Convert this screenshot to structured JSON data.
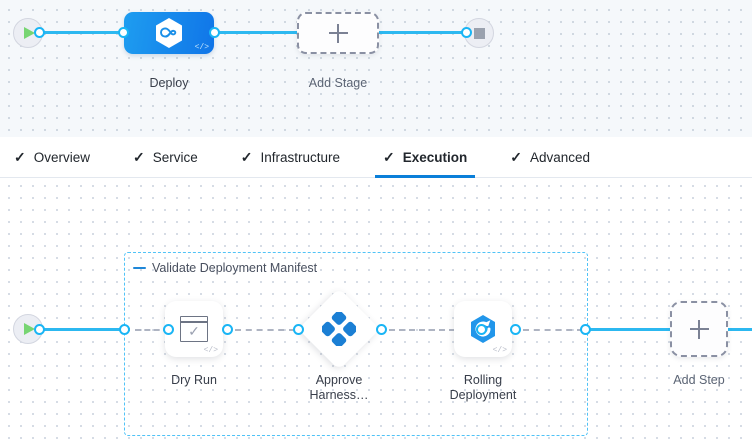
{
  "stage_canvas": {
    "start_node": {
      "icon": "play-icon"
    },
    "end_node": {
      "icon": "stop-icon"
    },
    "stages": [
      {
        "id": "deploy",
        "label": "Deploy",
        "icon": "harness-hexagon-icon",
        "badge": "</>",
        "type": "deployment"
      }
    ],
    "add_stage": {
      "label": "Add Stage",
      "icon": "plus-icon"
    }
  },
  "tabs": [
    {
      "id": "overview",
      "label": "Overview",
      "check": "✓",
      "active": false
    },
    {
      "id": "service",
      "label": "Service",
      "check": "✓",
      "active": false
    },
    {
      "id": "infrastructure",
      "label": "Infrastructure",
      "check": "✓",
      "active": false
    },
    {
      "id": "execution",
      "label": "Execution",
      "check": "✓",
      "active": true
    },
    {
      "id": "advanced",
      "label": "Advanced",
      "check": "✓",
      "active": false
    }
  ],
  "execution_canvas": {
    "start_node": {
      "icon": "play-icon"
    },
    "step_group": {
      "name": "Validate Deployment Manifest",
      "collapse_icon": "minus-icon",
      "steps": [
        {
          "id": "dry-run",
          "label": "Dry Run",
          "icon": "manifest-check-icon",
          "badge": "</>",
          "shape": "rounded"
        },
        {
          "id": "approve-harness",
          "label": "Approve\nHarness…",
          "icon": "harness-approval-icon",
          "badge": "",
          "shape": "diamond"
        },
        {
          "id": "rolling-deployment",
          "label": "Rolling\nDeployment",
          "icon": "k8s-rolling-icon",
          "badge": "</>",
          "shape": "rounded"
        }
      ]
    },
    "add_step": {
      "label": "Add Step",
      "icon": "plus-icon"
    }
  },
  "colors": {
    "accent_blue": "#0a7fd9",
    "connector_blue": "#2cb8f0",
    "port_blue": "#19b5f5",
    "stage_gradient_start": "#1e9df0",
    "stage_gradient_end": "#1075e8",
    "dash_gray": "#aeb4c2",
    "group_border": "#4fc3f7",
    "play_green": "#77d572",
    "stop_gray": "#9aa1ae",
    "canvas_top_bg": "#f5f8fb",
    "canvas_bottom_bg": "#ffffff"
  }
}
